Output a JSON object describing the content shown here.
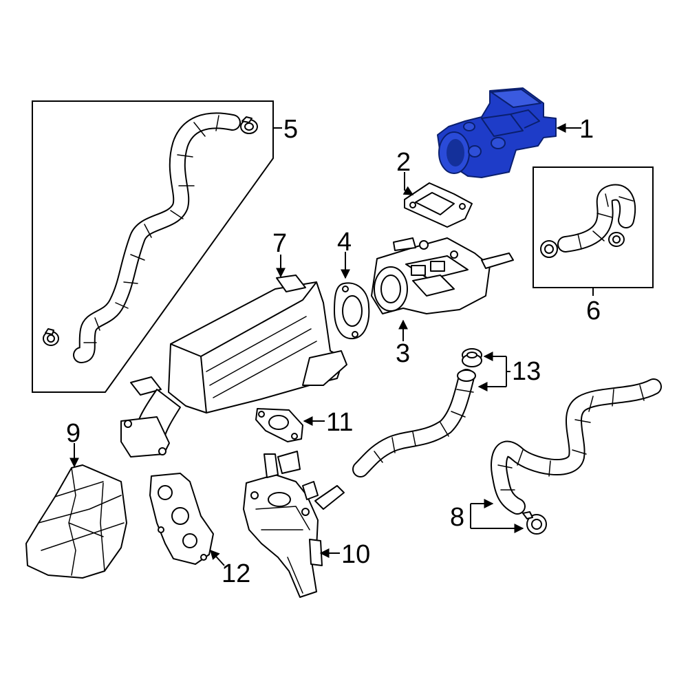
{
  "callouts": {
    "c1": "1",
    "c2": "2",
    "c3": "3",
    "c4": "4",
    "c5": "5",
    "c6": "6",
    "c7": "7",
    "c8": "8",
    "c9": "9",
    "c10": "10",
    "c11": "11",
    "c12": "12",
    "c13": "13"
  },
  "colors": {
    "highlight": "#1e3cc8",
    "line": "#000000",
    "background": "#ffffff"
  }
}
